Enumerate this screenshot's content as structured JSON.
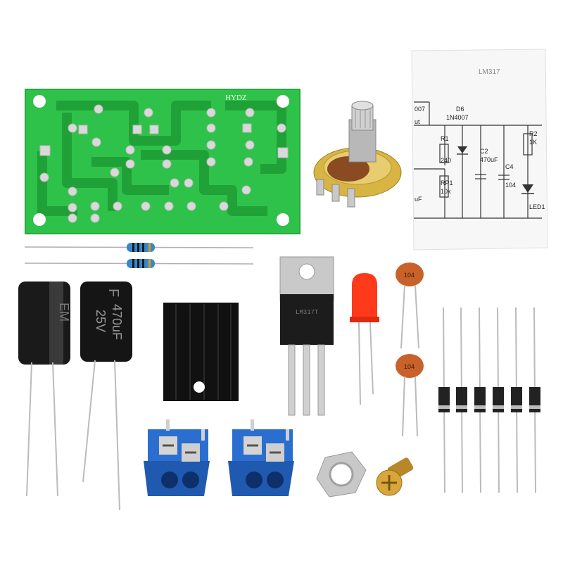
{
  "pcb": {
    "silkscreen": "HYDZ"
  },
  "schematic": {
    "header": "LM317",
    "left_partial": "007",
    "left_partial2": "ut",
    "diode": {
      "ref": "D6",
      "part": "1N4007"
    },
    "r1": {
      "ref": "R1",
      "value": "240"
    },
    "c2": {
      "ref": "C2",
      "value": "470uF"
    },
    "r2": {
      "ref": "R2",
      "value": "1K"
    },
    "c4": {
      "ref": "C4",
      "value": "104"
    },
    "rp1": {
      "ref": "RP1",
      "value": "10k"
    },
    "uf_partial": "uF",
    "led": "LED1"
  },
  "capacitors": {
    "left_marking": "EM",
    "right_marking": "470uF",
    "right_voltage": "25V",
    "right_polarity": "F"
  },
  "regulator": {
    "marking": "LM317T"
  },
  "ceramic_caps": {
    "value": "104"
  },
  "colors": {
    "pcb": "#2fc24a",
    "pcb_trace": "#1f9e36",
    "resistor": "#3a86c8",
    "led": "#ff3a1a",
    "terminal": "#1f63c6",
    "ceramic": "#c8622a",
    "heatsink": "#111111"
  }
}
